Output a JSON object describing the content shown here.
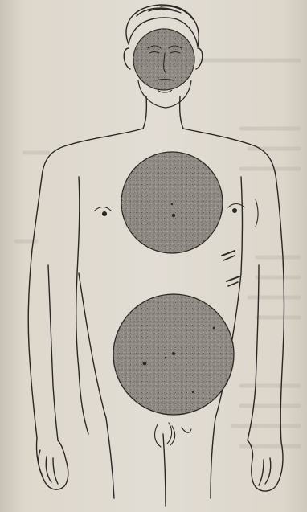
{
  "figure": {
    "subject": "illustration",
    "colors": {
      "paper": "#e2ddd4",
      "paper_edge": "#c9c3b7",
      "ink": "#2a2622",
      "disc_fill": "#8f8b84",
      "disc_stipple": "#5a5650",
      "bleed_text": "#a49e94"
    },
    "marked_regions": [
      "face-disc",
      "chest-disc",
      "abdomen-disc"
    ]
  }
}
